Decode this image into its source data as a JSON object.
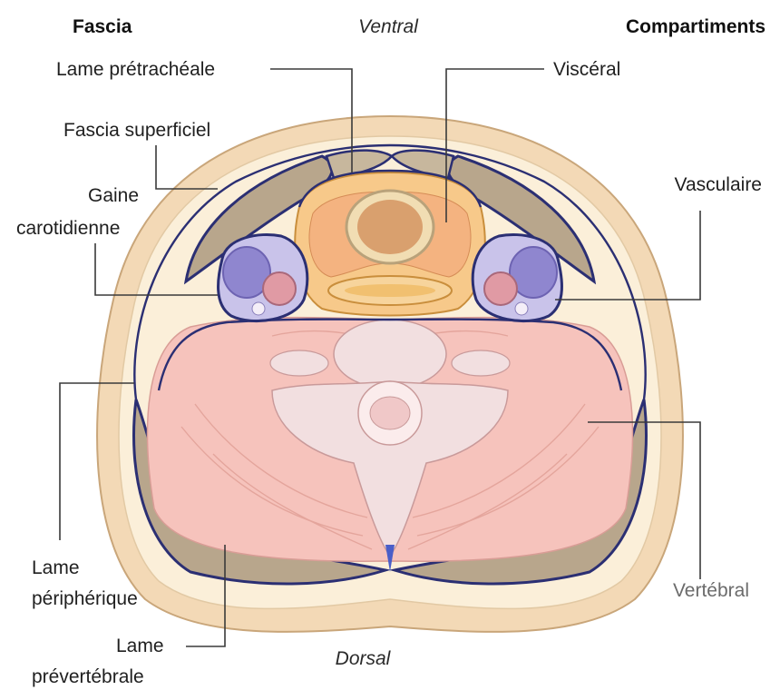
{
  "headers": {
    "left": "Fascia",
    "center_top": "Ventral",
    "right": "Compartiments",
    "center_bottom": "Dorsal"
  },
  "fascia_labels": {
    "pretracheal": "Lame prétrachéale",
    "superficial": "Fascia superficiel",
    "carotid_line1": "Gaine",
    "carotid_line2": "carotidienne",
    "peripheral_line1": "Lame",
    "peripheral_line2": "périphérique",
    "prevertebral_line1": "Lame",
    "prevertebral_line2": "prévertébrale"
  },
  "compartment_labels": {
    "visceral": "Viscéral",
    "vascular": "Vasculaire",
    "vertebral": "Vertébral"
  },
  "colors": {
    "skin": "#f3d9b6",
    "subcutis": "#fbefd9",
    "fascia_line": "#2b2f73",
    "muscle_grey": "#b8a68c",
    "visceral": "#f7c98a",
    "vascular": "#c9c3ea",
    "vertebral": "#f6c3bc",
    "bone": "#f2dfe0"
  }
}
